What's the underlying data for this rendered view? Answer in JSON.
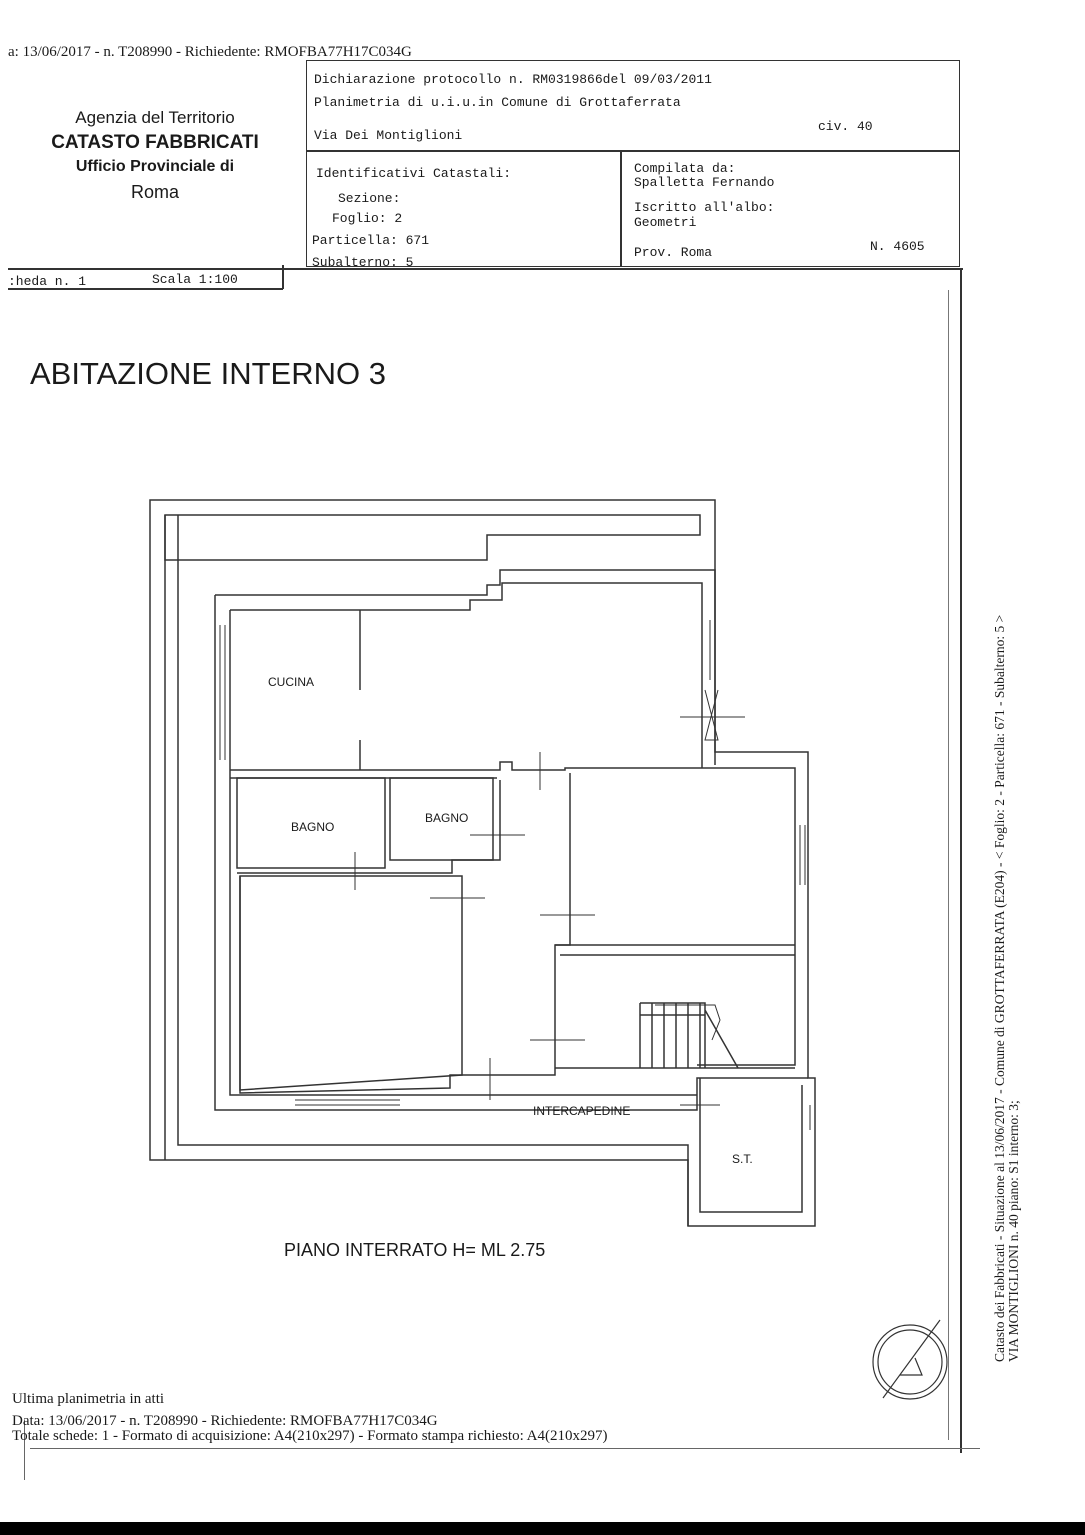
{
  "top_line": "a: 13/06/2017 - n. T208990 - Richiedente: RMOFBA77H17C034G",
  "agency": {
    "line1": "Agenzia del Territorio",
    "line2": "CATASTO FABBRICATI",
    "line3": "Ufficio Provinciale di",
    "line4": "Roma"
  },
  "header": {
    "protocol": "Dichiarazione protocollo n. RM0319866del  09/03/2011",
    "planimetria": "Planimetria di u.i.u.in Comune di Grottaferrata",
    "via": "Via Dei Montiglioni",
    "civ": "civ. 40"
  },
  "identificativi": {
    "title": "Identificativi Catastali:",
    "sezione": "Sezione:",
    "foglio": "Foglio: 2",
    "particella": "Particella: 671",
    "subalterno": "Subalterno: 5"
  },
  "compilata": {
    "title": "Compilata da:",
    "name": "Spalletta Fernando",
    "iscritto": "Iscritto all'albo:",
    "albo": "Geometri",
    "prov": "Prov. Roma",
    "numero": "N.  4605"
  },
  "scheda": {
    "scheda": ":heda n. 1",
    "scala": "Scala 1:100"
  },
  "main_title": "ABITAZIONE INTERNO 3",
  "rooms": {
    "cucina": "CUCINA",
    "bagno1": "BAGNO",
    "bagno2": "BAGNO",
    "intercapedine": "INTERCAPEDINE",
    "st": "S.T."
  },
  "piano": "PIANO INTERRATO H= ML 2.75",
  "side_text": {
    "line1": "Catasto dei Fabbricati - Situazione al 13/06/2017 - Comune di GROTTAFERRATA (E204) - < Foglio: 2 - Particella: 671 - Subalterno: 5 >",
    "line2": "VIA MONTIGLIONI n. 40 piano: S1 interno: 3;"
  },
  "footer": {
    "ultima": "Ultima planimetria in atti",
    "data": "Data: 13/06/2017 - n. T208990 - Richiedente: RMOFBA77H17C034G",
    "totale": "Totale schede: 1 - Formato di acquisizione: A4(210x297)  - Formato stampa richiesto: A4(210x297)"
  }
}
